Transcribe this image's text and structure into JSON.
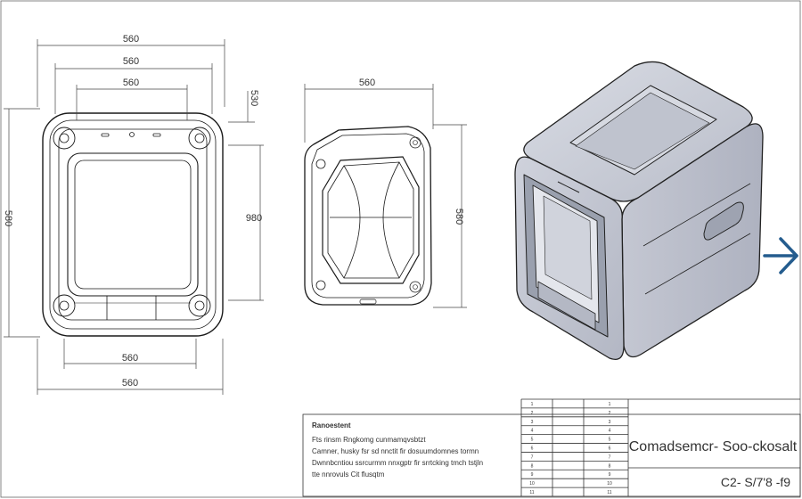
{
  "front_view": {
    "dims": [
      "560",
      "560",
      "560",
      "560",
      "560"
    ],
    "left_height": "580",
    "right_small": "530",
    "right_height": "980"
  },
  "side_view": {
    "width_dim": "560",
    "height_dim": "580"
  },
  "colors": {
    "line": "#1a1a1a",
    "render_fill": "#c9ccd6",
    "render_dark": "#a7abb8",
    "arrow": "#245c8e"
  },
  "icons": [
    "arrow-right-icon"
  ],
  "title_block": {
    "notes_heading": "Ranoestent",
    "notes_lines": [
      "Fts rinsm   Rngkomg  cunmamqvsbtzt",
      "Camner, husky  fsr sd nnctit  fir  dosuumdomnes  tormn",
      "Dwnnbcntiou  ssrcurmm nnxgptr fir  srrtcking  tmch tstjln",
      "tte  nnrovuls  Cit  flusqtm"
    ],
    "grid_rows": [
      "1",
      "2",
      "3",
      "4",
      "5",
      "6",
      "7",
      "8",
      "9",
      "10",
      "11"
    ],
    "title": "Comadsemcr- Soo-ckosalt",
    "code": "C2- S/7'8 -f9"
  }
}
